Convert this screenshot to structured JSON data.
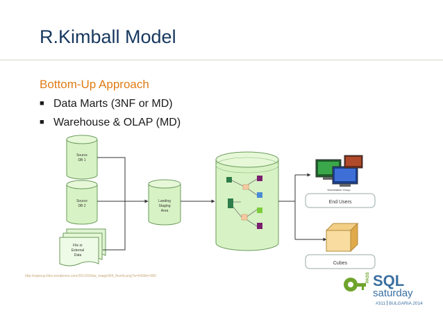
{
  "slide": {
    "title": "R.Kimball Model",
    "subtitle": "Bottom-Up Approach",
    "bullets": [
      "Data Marts (3NF or MD)",
      "Warehouse & OLAP (MD)"
    ]
  },
  "diagram": {
    "source1": [
      "Source",
      "DB 1"
    ],
    "source2": [
      "Source",
      "DB 2"
    ],
    "file": [
      "File or",
      "External",
      "Data"
    ],
    "staging": [
      "Landing",
      "Staging",
      "Area"
    ],
    "workstation": "Workstation Group",
    "end_users": "End Users",
    "cubes": "Cubes",
    "credit": "http://sqlsoup.files.wordpress.com/2012/03/dw_image004_thumb.png?w=640&h=380"
  },
  "logo": {
    "pass": "PASS",
    "sql": "SQL",
    "saturday": "saturday",
    "event_number": "#311",
    "event_place": "BULGARIA 2014"
  },
  "colors": {
    "title": "#17375e",
    "subtitle": "#e07b16",
    "cylinder_fill": "#d7f2c4",
    "cylinder_stroke": "#6a9a5a",
    "logo_green": "#6ea42c",
    "logo_blue": "#3a6fa0"
  }
}
